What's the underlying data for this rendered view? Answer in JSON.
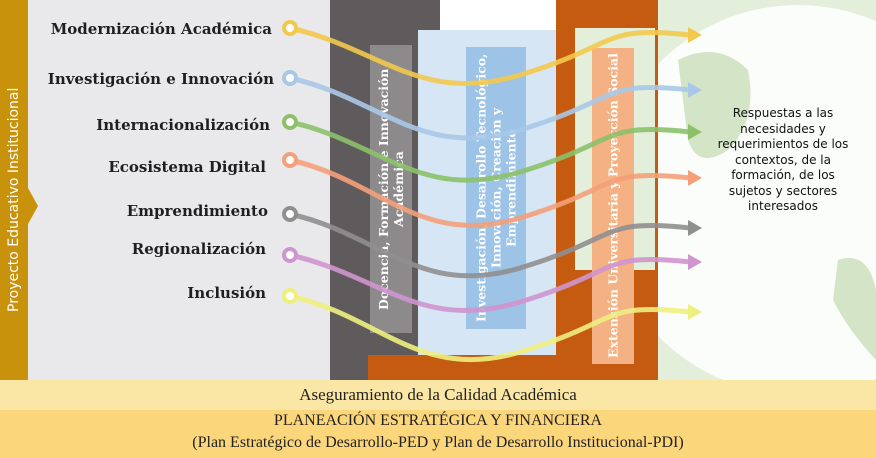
{
  "side_label": "Proyecto Educativo Institucional",
  "strategies": [
    {
      "label": "Modernización Académica",
      "color": "#f2c94c"
    },
    {
      "label": "Investigación e Innovación",
      "color": "#a9c8e8"
    },
    {
      "label": "Internacionalización",
      "color": "#8cc16a"
    },
    {
      "label": "Ecosistema Digital",
      "color": "#f4a07a"
    },
    {
      "label": "Emprendimiento",
      "color": "#8f8f8f"
    },
    {
      "label": "Regionalización",
      "color": "#cf95cf"
    },
    {
      "label": "Inclusión",
      "color": "#eef07e"
    }
  ],
  "functions": {
    "docencia": "Docencia, Formación e Innovación Académica",
    "investigacion": "Investigación, Desarrollo Tecnológico, Innovación, Creación y Emprendimiento",
    "extension": "Extensión Universitaria y Proyección Social"
  },
  "response": "Respuestas a las necesidades y requerimientos de los contextos, de la formación, de los sujetos y sectores interesados",
  "quality_bar": "Aseguramiento de la Calidad Académica",
  "planning": {
    "line1": "PLANEACIÓN ESTRATÉGICA Y FINANCIERA",
    "line2": "(Plan Estratégico de Desarrollo-PED y Plan de Desarrollo Institucional-PDI)"
  },
  "colors": {
    "gold_band": "#c9920c",
    "gray_panel": "#5f5b5c",
    "blue_panel": "#d6e6f5",
    "orange_panel": "#c55a11",
    "green_area": "#e3eedb",
    "quality_bar": "#fbe7a5",
    "planning_bar": "#fcd67a"
  }
}
